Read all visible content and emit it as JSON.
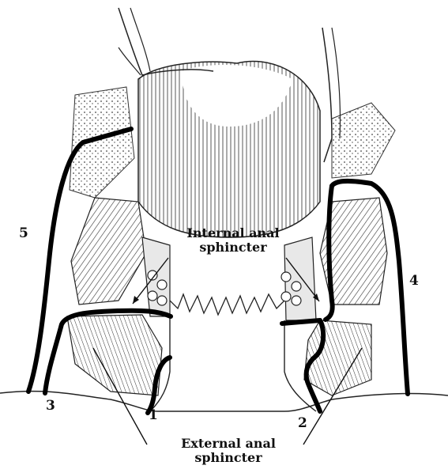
{
  "labels": {
    "internal": "Internal anal\nsphincter",
    "external": "External anal\nsphincter",
    "n1": "1",
    "n2": "2",
    "n3": "3",
    "n4": "4",
    "n5": "5"
  },
  "colors": {
    "ink": "#111111",
    "muscle_fill": "#d9d9d9",
    "background": "#ffffff"
  }
}
